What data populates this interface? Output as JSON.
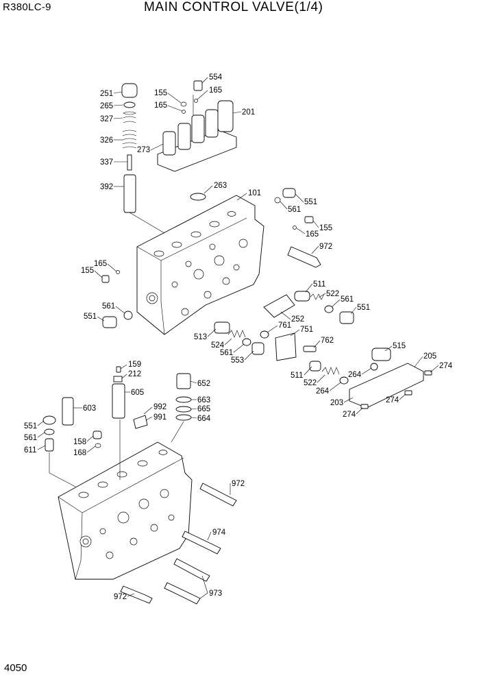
{
  "header": {
    "model": "R380LC-9",
    "title": "MAIN CONTROL VALVE(1/4)"
  },
  "footer": {
    "page_number": "4050"
  },
  "callouts": [
    "251",
    "265",
    "327",
    "326",
    "337",
    "392",
    "155",
    "165",
    "554",
    "165",
    "201",
    "273",
    "263",
    "101",
    "561",
    "551",
    "155",
    "165",
    "972",
    "165",
    "155",
    "561",
    "551",
    "511",
    "522",
    "561",
    "551",
    "252",
    "761",
    "751",
    "513",
    "524",
    "561",
    "553",
    "762",
    "515",
    "205",
    "274",
    "511",
    "522",
    "264",
    "264",
    "203",
    "274",
    "274",
    "159",
    "212",
    "605",
    "652",
    "663",
    "665",
    "664",
    "992",
    "991",
    "603",
    "551",
    "561",
    "611",
    "158",
    "168",
    "972",
    "974",
    "972",
    "973"
  ]
}
